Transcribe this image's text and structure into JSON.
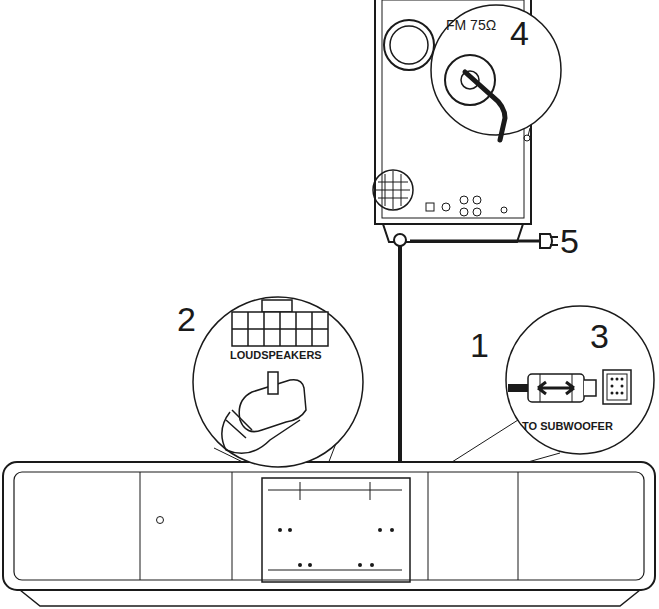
{
  "diagram": {
    "nodes": [
      {
        "text": [
          "FM 75Ω",
          "4"
        ]
      },
      {
        "text": [
          "2",
          "LOUDSPEAKERS"
        ]
      },
      {
        "text": [
          "3",
          "TO SUBWOOFER"
        ]
      }
    ],
    "labels": [
      "5",
      "1"
    ]
  }
}
